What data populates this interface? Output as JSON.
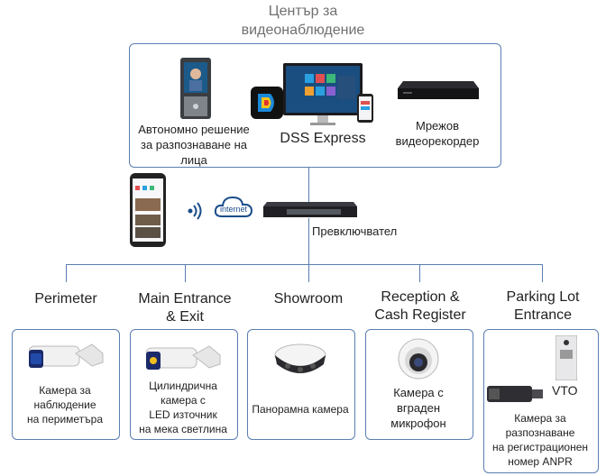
{
  "title": [
    "Център за",
    "видеонаблюдение"
  ],
  "center": {
    "face": [
      "Автономно решение",
      "за разпознаване на лица"
    ],
    "dss": "DSS Express",
    "nvr": [
      "Мрежов",
      "видеорекордер"
    ]
  },
  "internet": "internet",
  "switch_label": "Превключвател",
  "zones": [
    {
      "title": [
        "Perimeter"
      ],
      "camera": [
        "Камера за",
        "наблюдение",
        "на периметъра"
      ]
    },
    {
      "title": [
        "Main Entrance",
        "& Exit"
      ],
      "camera": [
        "Цилиндрична",
        "камера с",
        "LED източник",
        "на мека светлина"
      ]
    },
    {
      "title": [
        "Showroom"
      ],
      "camera": [
        "Панорамна камера"
      ]
    },
    {
      "title": [
        "Reception &",
        "Cash Register"
      ],
      "camera": [
        "Камера с",
        "вграден",
        "микрофон"
      ]
    },
    {
      "title": [
        "Parking Lot",
        "Entrance"
      ],
      "camera": [
        "Камера за",
        "разпознаване",
        "на регистрационен",
        "номер ANPR"
      ],
      "extra": "VTO"
    }
  ],
  "colors": {
    "line": "#5a7fb0",
    "title": "#707070",
    "accent": "#1a88d8"
  }
}
